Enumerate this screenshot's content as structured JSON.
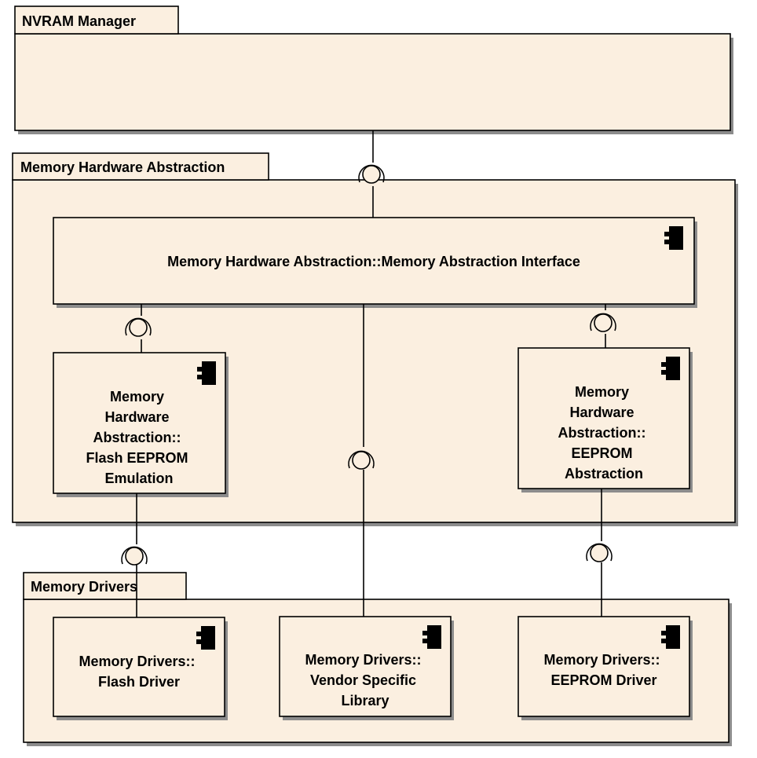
{
  "packages": {
    "nvram": {
      "label": "NVRAM Manager"
    },
    "mha": {
      "label": "Memory Hardware Abstraction"
    },
    "drivers": {
      "label": "Memory Drivers"
    }
  },
  "components": {
    "interface": {
      "lines": [
        "Memory Hardware Abstraction::Memory Abstraction Interface"
      ]
    },
    "flash_eeprom_emulation": {
      "lines": [
        "Memory",
        "Hardware",
        "Abstraction::",
        "Flash EEPROM",
        "Emulation"
      ]
    },
    "eeprom_abstraction": {
      "lines": [
        "Memory",
        "Hardware",
        "Abstraction::",
        "EEPROM",
        "Abstraction"
      ]
    },
    "flash_driver": {
      "lines": [
        "Memory Drivers::",
        "Flash Driver"
      ]
    },
    "vendor_library": {
      "lines": [
        "Memory Drivers::",
        "Vendor Specific",
        "Library"
      ]
    },
    "eeprom_driver": {
      "lines": [
        "Memory Drivers::",
        "EEPROM Driver"
      ]
    }
  },
  "icons": {
    "component": "uml-component-icon",
    "interface": "lollipop-socket-icon"
  }
}
